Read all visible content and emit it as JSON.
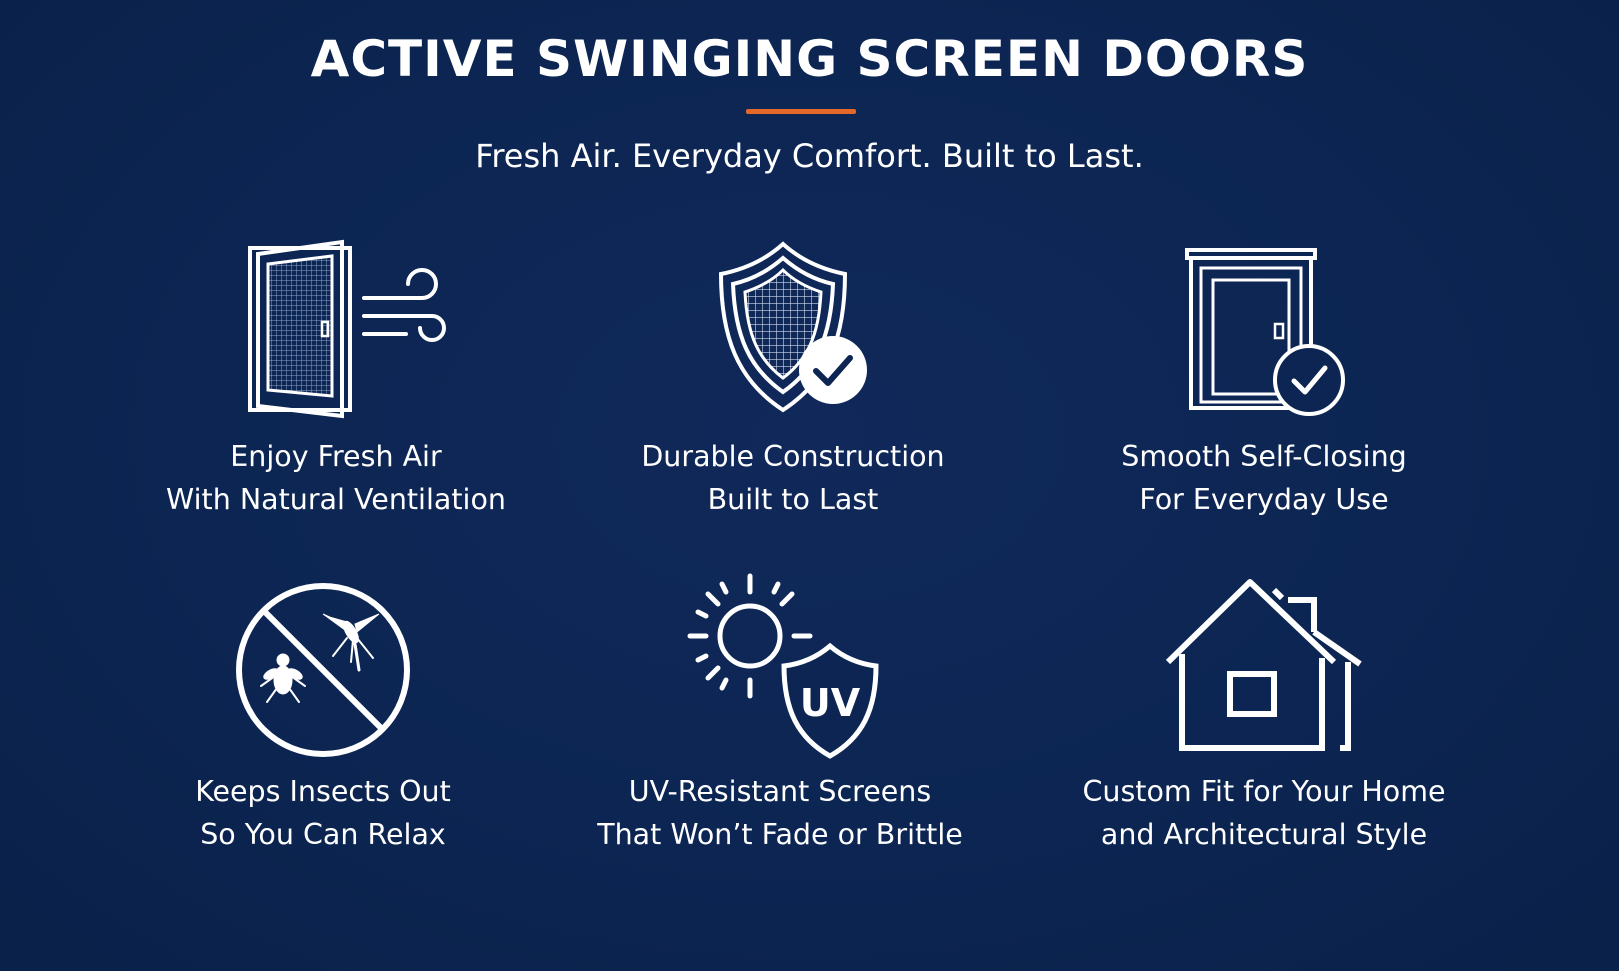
{
  "header": {
    "title": "ACTIVE SWINGING SCREEN DOORS",
    "subtitle": "Fresh Air. Everyday Comfort. Built to Last."
  },
  "colors": {
    "background": "#0c2552",
    "accent": "#e4682a",
    "text": "#ffffff"
  },
  "features": [
    {
      "icon": "screen-door-airflow-icon",
      "line1": "Enjoy Fresh Air",
      "line2": "With Natural Ventilation"
    },
    {
      "icon": "shield-mesh-check-icon",
      "line1": "Durable Construction",
      "line2": "Built to Last"
    },
    {
      "icon": "door-check-icon",
      "line1": "Smooth Self-Closing",
      "line2": "For Everyday Use"
    },
    {
      "icon": "no-insects-icon",
      "line1": "Keeps Insects Out",
      "line2": "So You Can Relax"
    },
    {
      "icon": "sun-uv-shield-icon",
      "uv_label": "UV",
      "line1": "UV-Resistant Screens",
      "line2": "That Won’t Fade or Brittle"
    },
    {
      "icon": "house-icon",
      "line1": "Custom Fit for Your Home",
      "line2": "and Architectural Style"
    }
  ]
}
